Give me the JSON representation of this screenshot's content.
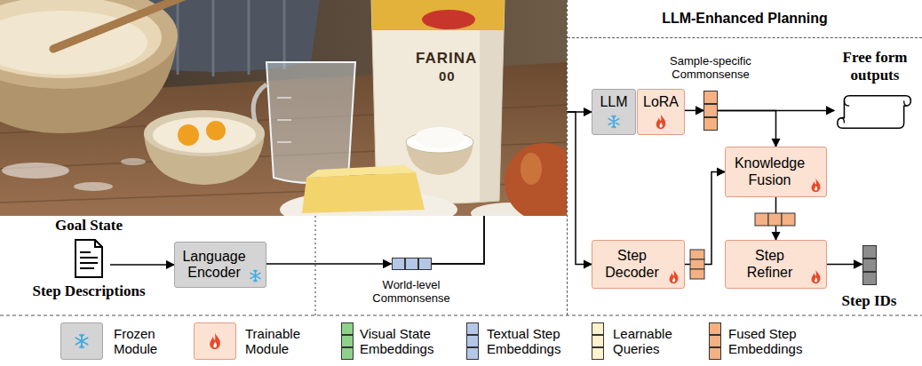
{
  "diagram": {
    "nodes": [
      {
        "text": [
          "LLM-Enhanced Planning"
        ]
      },
      {
        "text": [
          "Goal State",
          "Step Descriptions"
        ]
      },
      {
        "text": [
          "Language Encoder"
        ]
      },
      {
        "text": [
          "World-level Commonsense"
        ]
      },
      {
        "text": [
          "LLM"
        ],
        "in": 0
      },
      {
        "text": [
          "LoRA"
        ],
        "in": 0
      },
      {
        "text": [
          "Sample-specific Commonsense"
        ],
        "in": 0
      },
      {
        "text": [
          "Free form outputs"
        ],
        "in": 0
      },
      {
        "text": [
          "Knowledge Fusion"
        ],
        "in": 0
      },
      {
        "text": [
          "Step Decoder"
        ],
        "in": 0
      },
      {
        "text": [
          "Step Refiner"
        ],
        "in": 0
      },
      {
        "text": [
          "Step IDs"
        ],
        "in": 0
      }
    ],
    "edges": [
      {
        "from": 1,
        "to": 2,
        "arrow": "to"
      },
      {
        "from": 2,
        "to": 3,
        "arrow": "to"
      },
      {
        "from": 3,
        "to": 4,
        "arrow": "to"
      },
      {
        "from": 3,
        "to": 9,
        "arrow": "to"
      },
      {
        "from": 5,
        "to": 6,
        "arrow": "to"
      },
      {
        "from": 6,
        "to": 7,
        "arrow": "to"
      },
      {
        "from": 6,
        "to": 8,
        "arrow": "to"
      },
      {
        "from": 9,
        "to": 8,
        "arrow": "to"
      },
      {
        "from": 8,
        "to": 10,
        "arrow": "to"
      },
      {
        "from": 10,
        "to": 11,
        "arrow": "to"
      }
    ],
    "labels": [
      "FARINA",
      "00"
    ],
    "legend": [
      {
        "text": "Frozen Module"
      },
      {
        "text": "Trainable Module"
      },
      {
        "text": "Visual State Embeddings",
        "color": "#8fd18b"
      },
      {
        "text": "Textual Step Embeddings",
        "color": "#b4c7e7"
      },
      {
        "text": "Learnable Queries",
        "color": "#fff2cc"
      },
      {
        "text": "Fused Step Embeddings",
        "color": "#f4b183"
      }
    ]
  }
}
